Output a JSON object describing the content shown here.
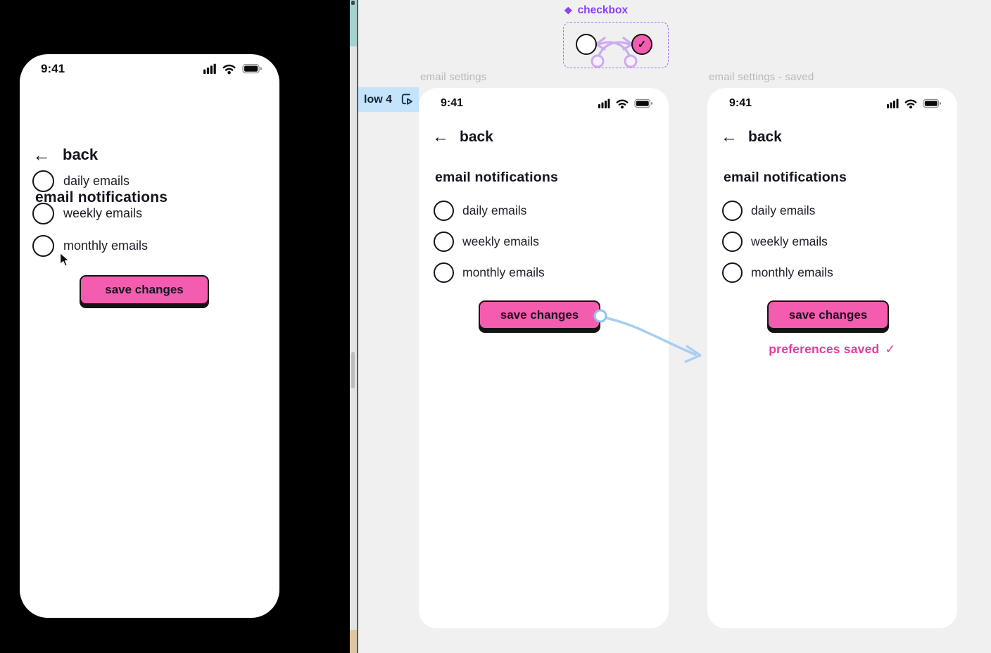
{
  "colors": {
    "pink": "#f45cb0",
    "saved_pink": "#e13b9e",
    "purple": "#8a3ff2",
    "flow_blue": "#c5e3fb",
    "connector_blue": "#a6cff2",
    "canvas_bg": "#f0f0f0",
    "presentation_bg": "#000000"
  },
  "component": {
    "icon_glyph": "❖",
    "label": "checkbox",
    "check_glyph": "✓"
  },
  "flow_badge": {
    "label": "low 4"
  },
  "frames": {
    "settings_title": "email settings",
    "saved_title": "email settings - saved"
  },
  "screen": {
    "time": "9:41",
    "back_arrow": "←",
    "back": "back",
    "heading": "email notifications",
    "options": [
      "daily emails",
      "weekly emails",
      "monthly emails"
    ],
    "save_button": "save changes",
    "saved_note": "preferences saved",
    "saved_check": "✓"
  }
}
